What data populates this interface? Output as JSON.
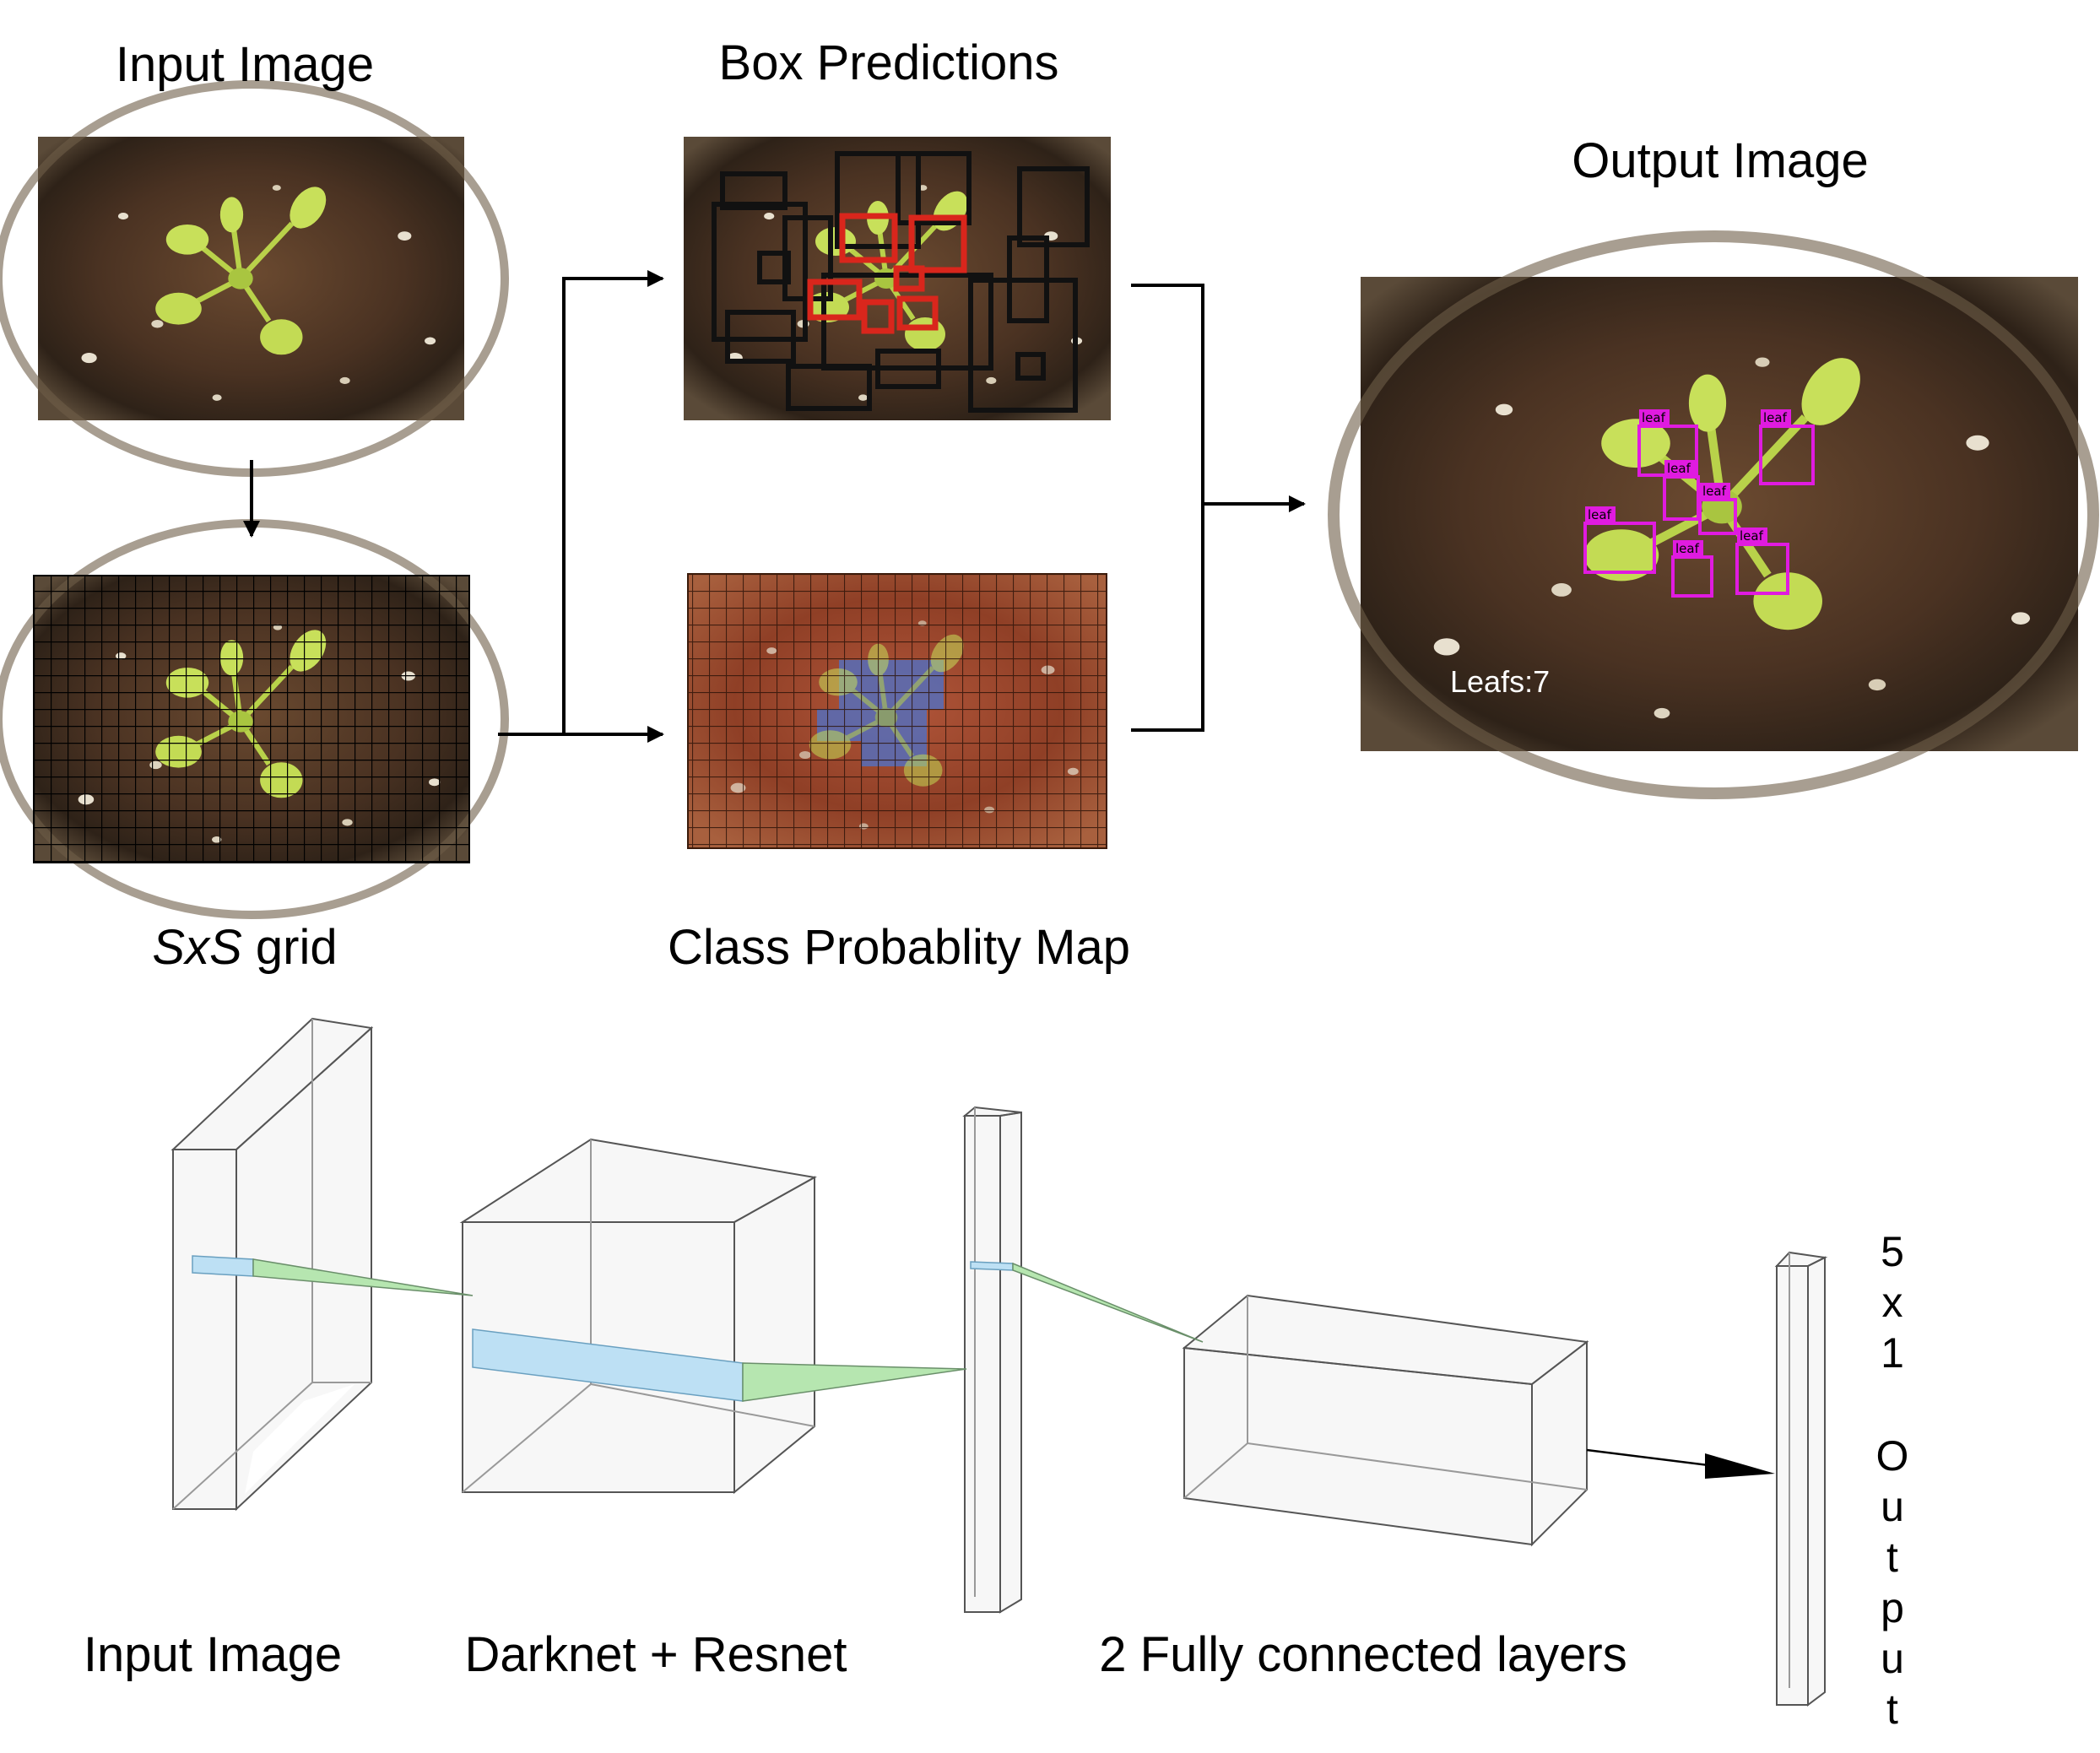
{
  "top": {
    "input_title": "Input Image",
    "box_title": "Box Predictions",
    "output_title": "Output Image",
    "grid_label_italic": "SxS",
    "grid_label_rest": " grid",
    "class_map_title": "Class Probablity Map",
    "leaf_tag": "leaf",
    "leaf_count_text": "Leafs:7",
    "box_color": "#e01be0",
    "red_box_color": "#d9261c"
  },
  "bottom": {
    "input_label": "Input Image",
    "darknet_label": "Darknet + Resnet",
    "fc_label": "2 Fully connected layers",
    "output_vertical": [
      "5",
      "x",
      "1",
      "",
      "O",
      "u",
      "t",
      "p",
      "u",
      "t"
    ]
  }
}
